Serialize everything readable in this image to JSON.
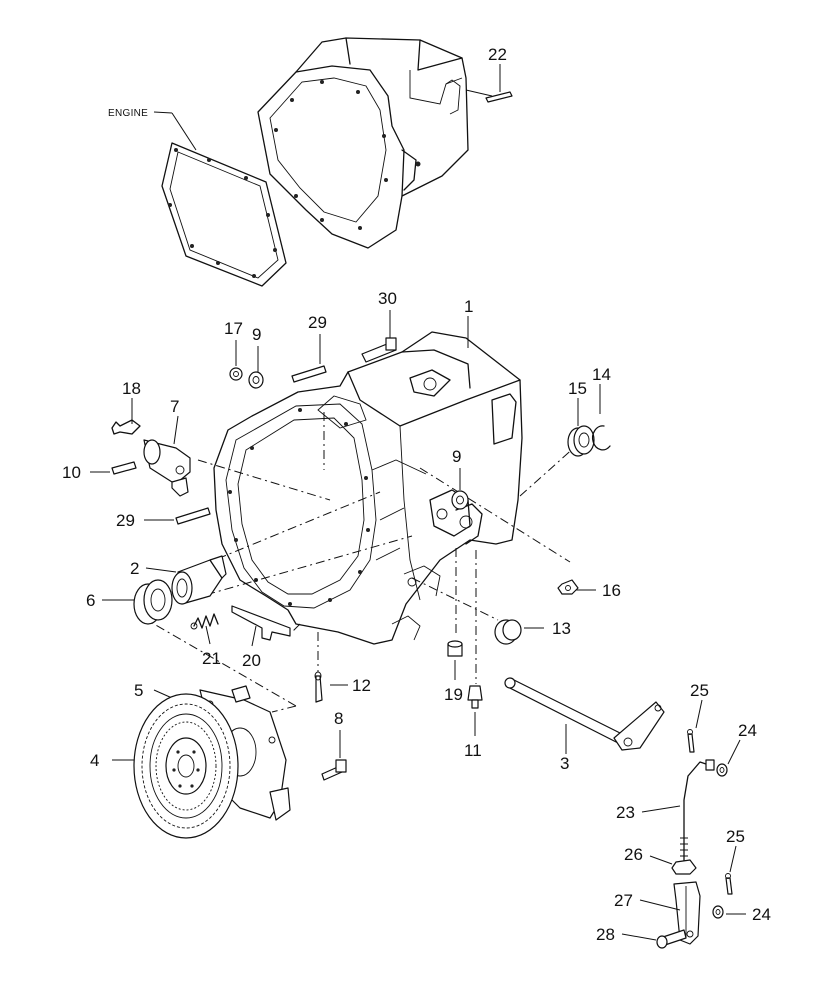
{
  "engine_label": "ENGINE",
  "callouts": {
    "c1": "1",
    "c2": "2",
    "c3": "3",
    "c4": "4",
    "c5": "5",
    "c6": "6",
    "c7": "7",
    "c8": "8",
    "c9a": "9",
    "c9b": "9",
    "c10": "10",
    "c11": "11",
    "c12": "12",
    "c13": "13",
    "c14": "14",
    "c15": "15",
    "c16": "16",
    "c17": "17",
    "c18": "18",
    "c19": "19",
    "c20": "20",
    "c21": "21",
    "c22": "22",
    "c23": "23",
    "c24a": "24",
    "c24b": "24",
    "c25a": "25",
    "c25b": "25",
    "c26": "26",
    "c27": "27",
    "c28": "28",
    "c29a": "29",
    "c29b": "29",
    "c30": "30"
  }
}
